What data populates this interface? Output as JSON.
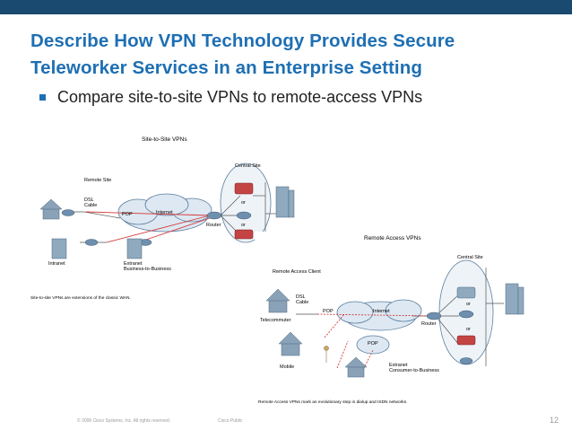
{
  "slide": {
    "title_line1": "Describe How VPN Technology Provides Secure",
    "title_line2": "Teleworker Services in an Enterprise Setting",
    "bullet": "Compare site-to-site VPNs to remote-access VPNs",
    "colors": {
      "title": "#1e6fb3",
      "topbar": "#1a4a70",
      "cloud": "#dde8f2",
      "router": "#6e8fae",
      "red_link": "#d43a3a"
    }
  },
  "site_to_site": {
    "title": "Site-to-Site VPNs",
    "labels": {
      "remote_site": "Remote Site",
      "dsl_cable": "DSL\nCable",
      "pop": "POP",
      "internet": "Internet",
      "router": "Router",
      "central_site": "Central Site",
      "or1": "or",
      "or2": "or",
      "intranet": "Intranet",
      "extranet": "Extranet\nBusiness-to-Business"
    },
    "caption": "Site-to-site VPNs are extensions of the classic WAN."
  },
  "remote_access": {
    "title": "Remote Access VPNs",
    "labels": {
      "client": "Remote Access Client",
      "dsl_cable": "DSL\nCable",
      "pop1": "POP",
      "internet": "Internet",
      "router": "Router",
      "central_site": "Central Site",
      "or1": "or",
      "or2": "or",
      "telecommuter": "Telecommuter",
      "mobile": "Mobile",
      "pop2": "POP",
      "extranet": "Extranet\nConsumer-to-Business"
    },
    "caption": "Remote Access VPNs mark an evolutionary step in dialup and ISDN networks."
  },
  "footer": {
    "copyright": "© 2006 Cisco Systems, Inc. All rights reserved.",
    "classification": "Cisco Public",
    "page": "12"
  }
}
